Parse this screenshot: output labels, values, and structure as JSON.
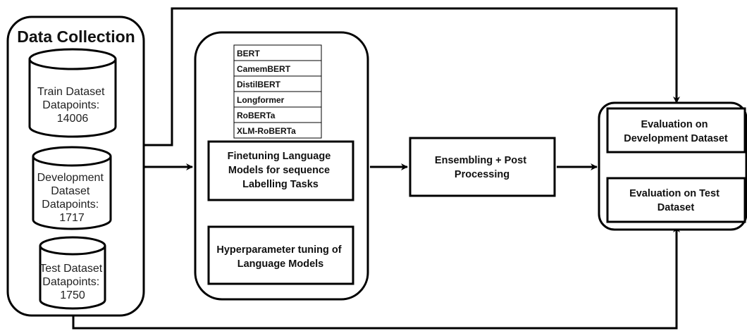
{
  "data_collection": {
    "title": "Data Collection",
    "train": [
      "Train Dataset",
      "Datapoints:",
      "14006"
    ],
    "development": [
      "Development",
      "Dataset",
      "Datapoints:",
      "1717"
    ],
    "test": [
      "Test Dataset",
      "Datapoints:",
      "1750"
    ]
  },
  "models": [
    "BERT",
    "CamemBERT",
    "DistilBERT",
    "Longformer",
    "RoBERTa",
    "XLM-RoBERTa"
  ],
  "finetuning": [
    "Finetuning Language",
    "Models for sequence",
    "Labelling Tasks"
  ],
  "hyperparameter": [
    "Hyperparameter tuning of",
    "Language Models"
  ],
  "ensembling": [
    "Ensembling + Post",
    "Processing"
  ],
  "eval_dev": [
    "Evaluation on",
    "Development Dataset"
  ],
  "eval_test": [
    "Evaluation on Test",
    "Dataset"
  ]
}
